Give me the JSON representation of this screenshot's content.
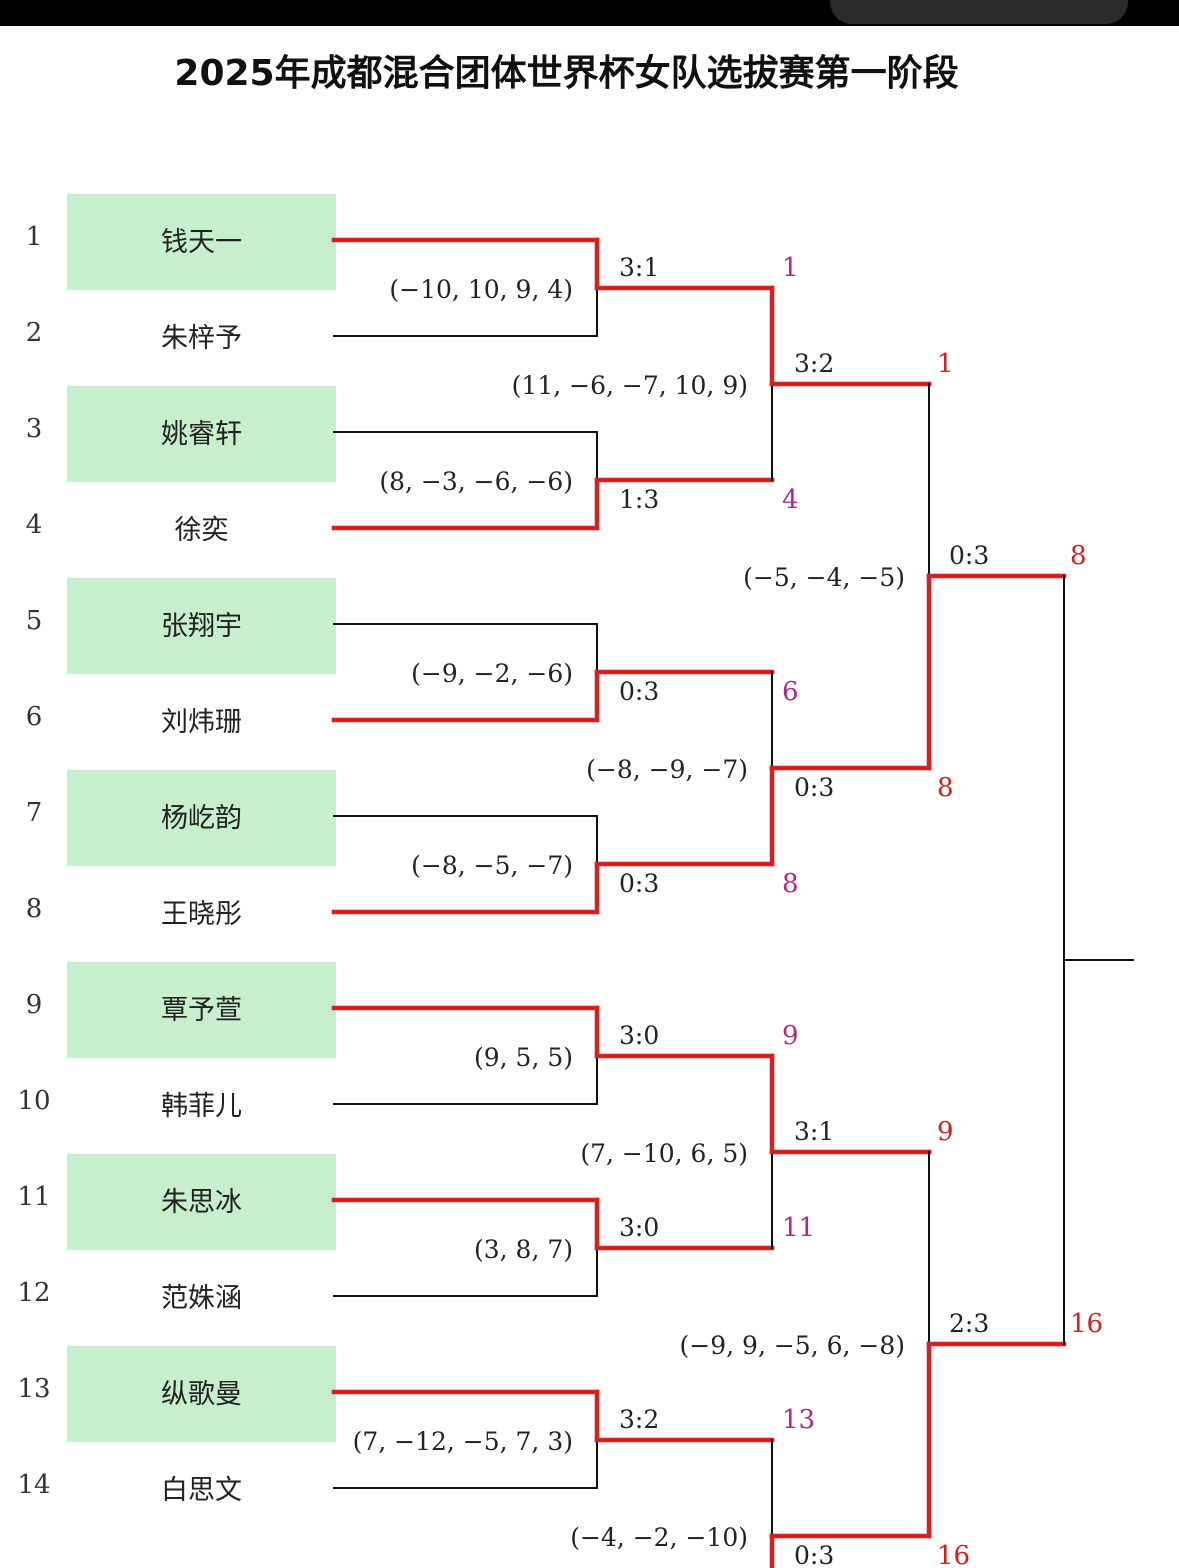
{
  "title": "2025年成都混合团体世界杯女队选拔赛第一阶段",
  "colors": {
    "winner_line": "#d32020",
    "seed_box": "#c6efce",
    "winner_label_r1": "#b0288a",
    "winner_label_r2": "#cc2222"
  },
  "players": [
    {
      "seed": "1",
      "name": "钱天一"
    },
    {
      "seed": "2",
      "name": "朱梓予"
    },
    {
      "seed": "3",
      "name": "姚睿轩"
    },
    {
      "seed": "4",
      "name": "徐奕"
    },
    {
      "seed": "5",
      "name": "张翔宇"
    },
    {
      "seed": "6",
      "name": "刘炜珊"
    },
    {
      "seed": "7",
      "name": "杨屹韵"
    },
    {
      "seed": "8",
      "name": "王晓彤"
    },
    {
      "seed": "9",
      "name": "覃予萱"
    },
    {
      "seed": "10",
      "name": "韩菲儿"
    },
    {
      "seed": "11",
      "name": "朱思冰"
    },
    {
      "seed": "12",
      "name": "范姝涵"
    },
    {
      "seed": "13",
      "name": "纵歌曼"
    },
    {
      "seed": "14",
      "name": "白思文"
    }
  ],
  "round1": [
    {
      "score": "3:1",
      "games": "(−10, 10, 9, 4)",
      "winner": "1",
      "top_won": true
    },
    {
      "score": "1:3",
      "games": "(8, −3, −6, −6)",
      "winner": "4",
      "top_won": false
    },
    {
      "score": "0:3",
      "games": "(−9, −2, −6)",
      "winner": "6",
      "top_won": false
    },
    {
      "score": "0:3",
      "games": "(−8, −5, −7)",
      "winner": "8",
      "top_won": false
    },
    {
      "score": "3:0",
      "games": "(9, 5, 5)",
      "winner": "9",
      "top_won": true
    },
    {
      "score": "3:0",
      "games": "(3, 8, 7)",
      "winner": "11",
      "top_won": true
    },
    {
      "score": "3:2",
      "games": "(7, −12, −5, 7, 3)",
      "winner": "13",
      "top_won": true
    }
  ],
  "round2": [
    {
      "score": "3:2",
      "games": "(11, −6, −7, 10, 9)",
      "winner": "1",
      "top_won": true
    },
    {
      "score": "0:3",
      "games": "(−8, −9, −7)",
      "winner": "8",
      "top_won": false
    },
    {
      "score": "3:1",
      "games": "(7, −10, 6, 5)",
      "winner": "9",
      "top_won": true
    },
    {
      "score": "0:3",
      "games": "(−4, −2, −10)",
      "winner": "16",
      "top_won": false
    }
  ],
  "round3": [
    {
      "score": "0:3",
      "games": "(−5, −4, −5)",
      "winner": "8",
      "top_won": false
    },
    {
      "score": "2:3",
      "games": "(−9, 9, −5, 6, −8)",
      "winner": "16",
      "top_won": false
    }
  ]
}
